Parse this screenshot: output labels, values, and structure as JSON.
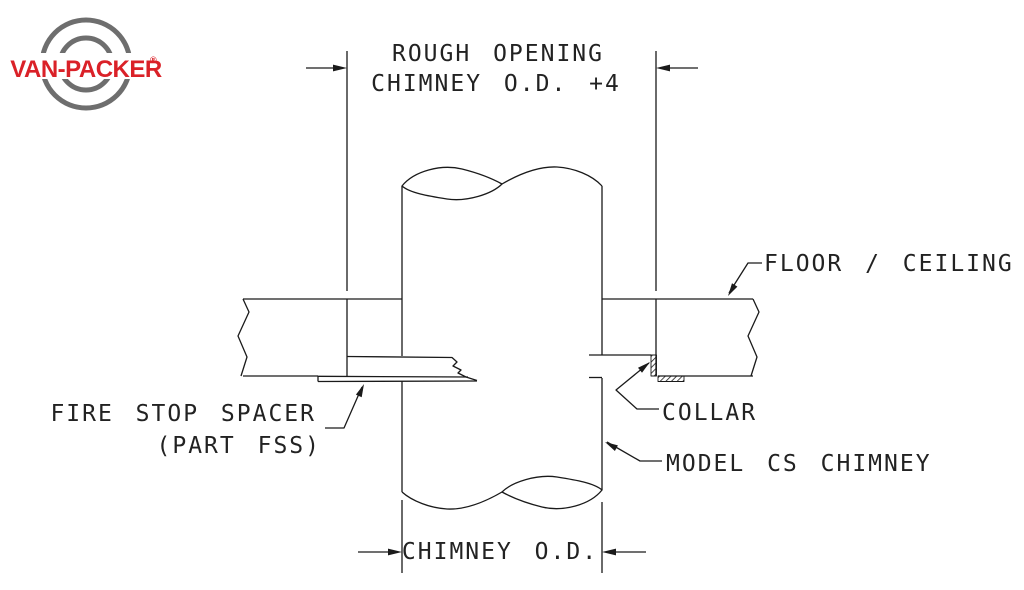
{
  "logo": {
    "brand": "VAN-PACKER",
    "registered": "®"
  },
  "labels": {
    "rough_opening_line1": "ROUGH OPENING",
    "rough_opening_line2": "CHIMNEY O.D. +4",
    "floor_ceiling": "FLOOR / CEILING",
    "fire_stop_spacer_line1": "FIRE STOP SPACER",
    "fire_stop_spacer_line2": "(PART FSS)",
    "collar": "COLLAR",
    "model_cs_chimney": "MODEL CS CHIMNEY",
    "chimney_od": "CHIMNEY O.D."
  },
  "colors": {
    "line": "#1a1a1a",
    "text": "#222222",
    "logo_red": "#da2128",
    "logo_gray": "#6e6e6e",
    "background": "#ffffff"
  }
}
